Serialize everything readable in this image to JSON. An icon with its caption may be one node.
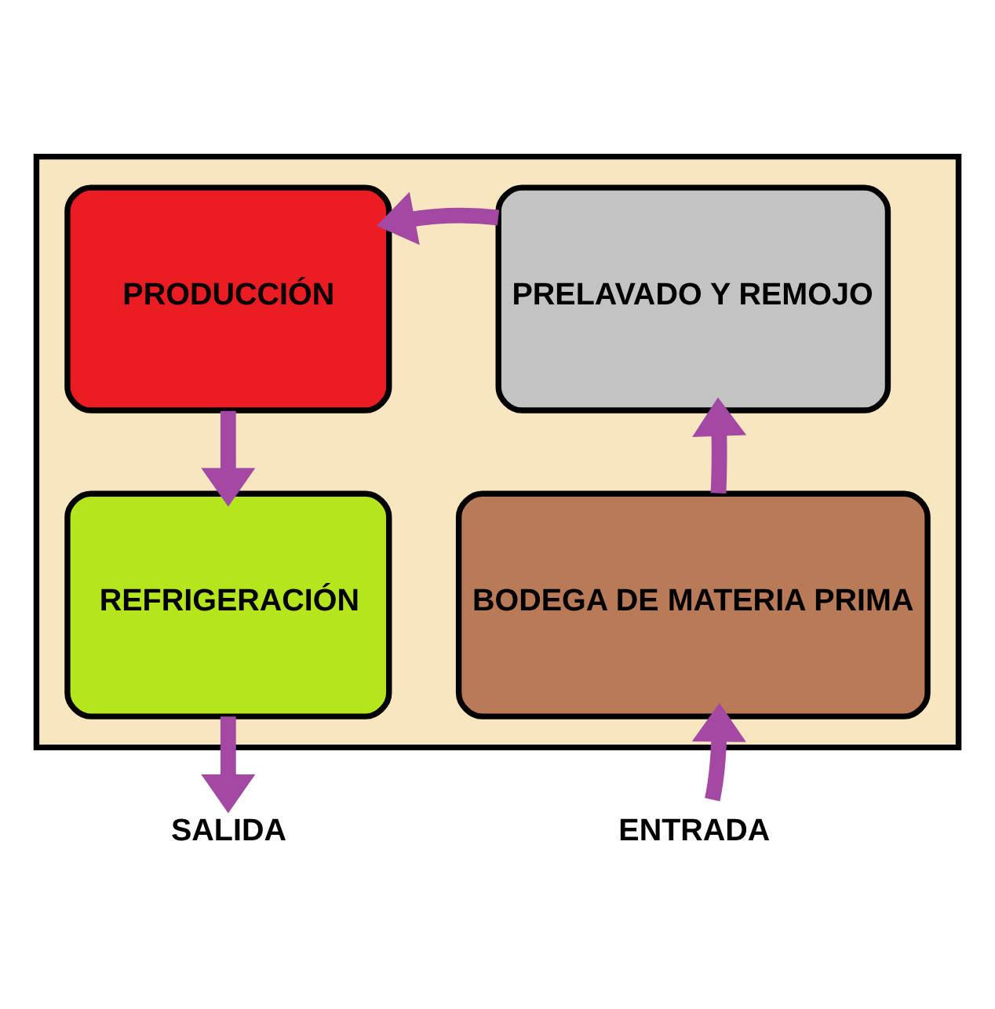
{
  "diagram": {
    "nodes": [
      {
        "text": [],
        "shape": "box"
      },
      {
        "text": [
          "PRODUCCIÓN"
        ],
        "in": 0
      },
      {
        "text": [
          "PRELAVADO Y REMOJO"
        ],
        "in": 0
      },
      {
        "text": [
          "REFRIGERACIÓN"
        ],
        "in": 0
      },
      {
        "text": [
          "BODEGA DE MATERIA PRIMA"
        ],
        "in": 0
      },
      {
        "text": [
          "SALIDA"
        ]
      },
      {
        "text": [
          "ENTRADA"
        ]
      }
    ],
    "edges": [
      {
        "from": 2,
        "to": 1,
        "arrow": "to"
      },
      {
        "from": 1,
        "to": 3,
        "arrow": "to"
      },
      {
        "from": 4,
        "to": 2,
        "arrow": "to"
      },
      {
        "from": 3,
        "to": 5,
        "arrow": "to"
      },
      {
        "from": 6,
        "to": 4,
        "arrow": "to"
      }
    ]
  }
}
